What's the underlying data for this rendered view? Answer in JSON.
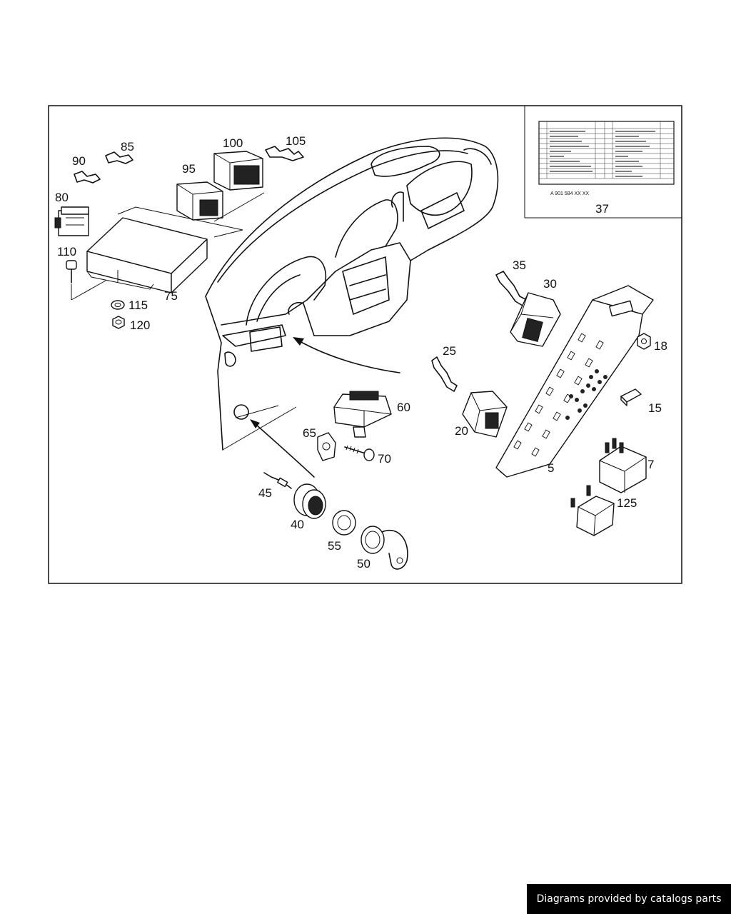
{
  "callouts": {
    "p5": "5",
    "p7": "7",
    "p15": "15",
    "p18": "18",
    "p20": "20",
    "p25": "25",
    "p30": "30",
    "p35": "35",
    "p37": "37",
    "p40": "40",
    "p45": "45",
    "p50": "50",
    "p55": "55",
    "p60": "60",
    "p65": "65",
    "p70": "70",
    "p75": "75",
    "p80": "80",
    "p85": "85",
    "p90": "90",
    "p95": "95",
    "p100": "100",
    "p105": "105",
    "p110": "110",
    "p115": "115",
    "p120": "120",
    "p125": "125"
  },
  "inset": {
    "part_number": "A 901 584 XX XX"
  },
  "watermark": "Diagrams provided by catalogs parts"
}
